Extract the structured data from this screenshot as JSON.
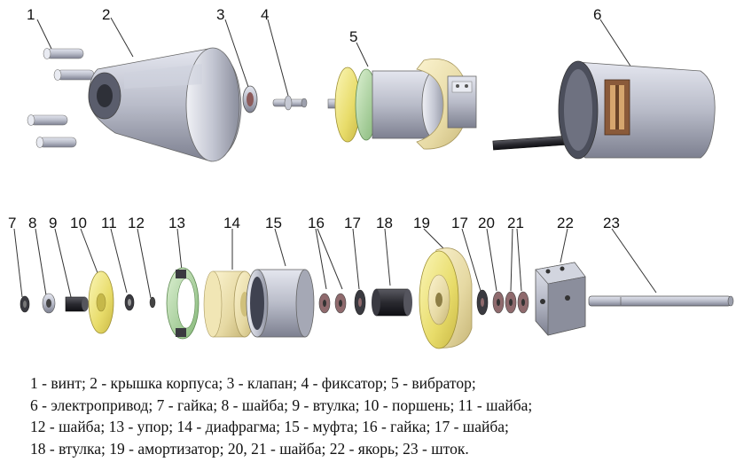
{
  "diagram": {
    "callouts": [
      "1",
      "2",
      "3",
      "4",
      "5",
      "6",
      "7",
      "8",
      "9",
      "10",
      "11",
      "12",
      "13",
      "14",
      "15",
      "16",
      "17",
      "18",
      "19",
      "17",
      "20",
      "21",
      "22",
      "23"
    ],
    "legend_lines": [
      "1 - винт; 2 - крышка корпуса; 3 - клапан; 4 - фиксатор; 5 - вибратор;",
      "6 - электропривод; 7 - гайка; 8 - шайба; 9 - втулка; 10 - поршень; 11 - шайба;",
      "12 - шайба; 13 - упор; 14 - диафрагма; 15 - муфта; 16 - гайка; 17 - шайба;",
      "18 - втулка; 19 - амортизатор; 20, 21 - шайба; 22 - якорь; 23 - шток."
    ]
  },
  "colors": {
    "metal_gray": "#b9bcc9",
    "metal_dark": "#6f7282",
    "yellow_part": "#e8dc6a",
    "green_part": "#a9d39a",
    "brass_part": "#e6d9a3",
    "dark_part": "#1d1d22",
    "washer_red": "#9a6a6e"
  }
}
